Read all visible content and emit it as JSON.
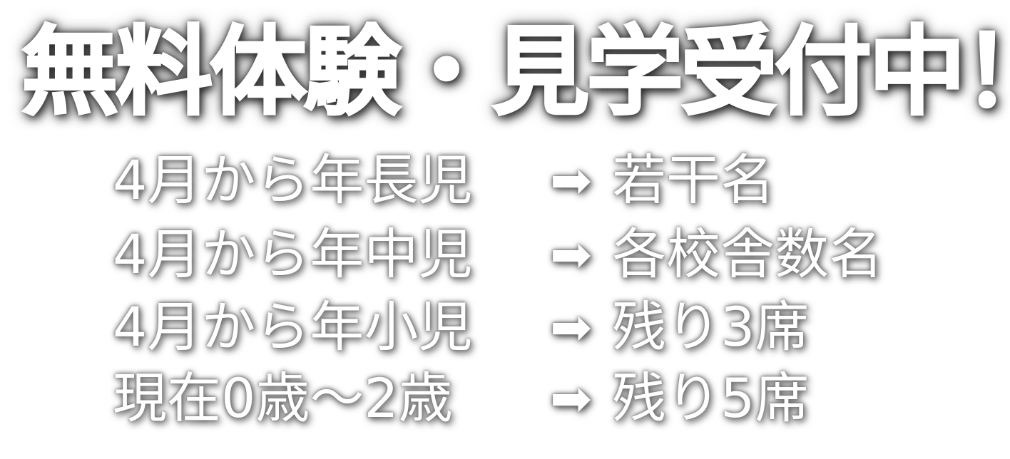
{
  "headline": "無料体験・見学受付中！",
  "availability": [
    {
      "group": "4月から年長児",
      "arrow": "➡",
      "status": "若干名"
    },
    {
      "group": "4月から年中児",
      "arrow": "➡",
      "status": "各校舎数名"
    },
    {
      "group": "4月から年小児",
      "arrow": "➡",
      "status": "残り3席"
    },
    {
      "group": "現在0歳〜2歳",
      "arrow": "➡",
      "status": "残り5席"
    }
  ],
  "colors": {
    "text": "#ffffff",
    "shadow": "#333333",
    "background": "#ffffff"
  }
}
